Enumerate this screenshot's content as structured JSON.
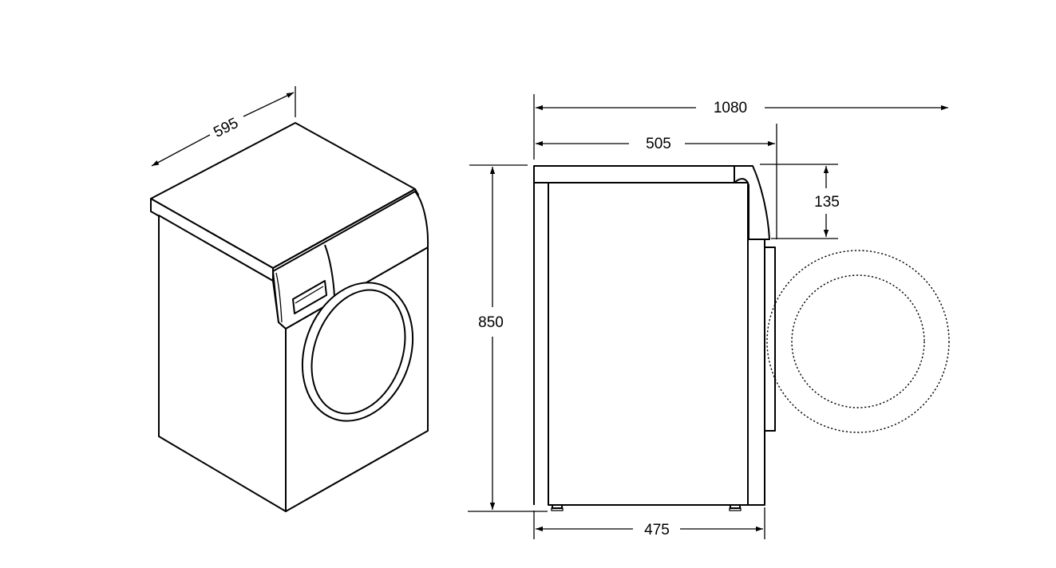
{
  "dimensions": {
    "width": "595",
    "total_depth_door_open": "1080",
    "depth": "505",
    "top_panel_height": "135",
    "height": "850",
    "base_depth": "475"
  },
  "colors": {
    "line": "#000000",
    "background": "#ffffff"
  }
}
